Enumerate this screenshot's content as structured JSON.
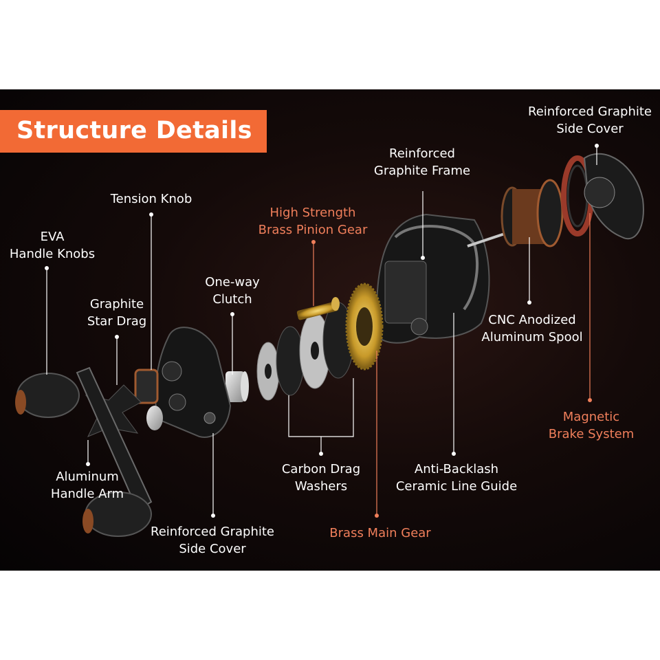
{
  "banner": {
    "title": "Structure Details",
    "color": "#f26a35"
  },
  "colors": {
    "background": "#0a0606",
    "label": "#ffffff",
    "accent": "#f07f5b",
    "gold": "#d4a936"
  },
  "labels": {
    "eva_knobs": [
      "EVA",
      "Handle Knobs"
    ],
    "tension_knob": [
      "Tension Knob"
    ],
    "star_drag": [
      "Graphite",
      "Star Drag"
    ],
    "one_way_clutch": [
      "One-way",
      "Clutch"
    ],
    "pinion_gear": [
      "High Strength",
      "Brass Pinion Gear"
    ],
    "graphite_frame": [
      "Reinforced",
      "Graphite Frame"
    ],
    "side_cover_right": [
      "Reinforced Graphite",
      "Side Cover"
    ],
    "spool": [
      "CNC Anodized",
      "Aluminum Spool"
    ],
    "magnetic_brake": [
      "Magnetic",
      "Brake System"
    ],
    "handle_arm": [
      "Aluminum",
      "Handle Arm"
    ],
    "side_cover_left": [
      "Reinforced Graphite",
      "Side Cover"
    ],
    "drag_washers": [
      "Carbon Drag",
      "Washers"
    ],
    "main_gear": [
      "Brass Main Gear"
    ],
    "line_guide": [
      "Anti-Backlash",
      "Ceramic Line Guide"
    ]
  }
}
